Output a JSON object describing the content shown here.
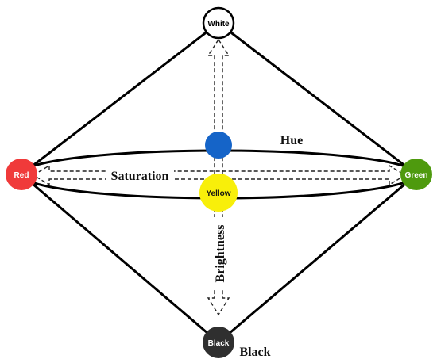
{
  "nodes": {
    "white": {
      "label": "White",
      "fill": "#ffffff",
      "stroke": "#000000",
      "text_color": "#000000"
    },
    "red": {
      "label": "Red",
      "fill": "#f03a3a",
      "text_color": "#ffffff"
    },
    "green": {
      "label": "Green",
      "fill": "#4e9a0e",
      "text_color": "#ffffff"
    },
    "blue": {
      "label": "",
      "fill": "#1564c8"
    },
    "yellow": {
      "label": "Yellow",
      "fill": "#f8ef0a",
      "text_color": "#111111"
    },
    "black": {
      "label": "Black",
      "fill": "#2f2f2f",
      "text_color": "#ffffff"
    }
  },
  "labels": {
    "hue": "Hue",
    "saturation": "Saturation",
    "brightness": "Brightness",
    "black_caption": "Black"
  }
}
